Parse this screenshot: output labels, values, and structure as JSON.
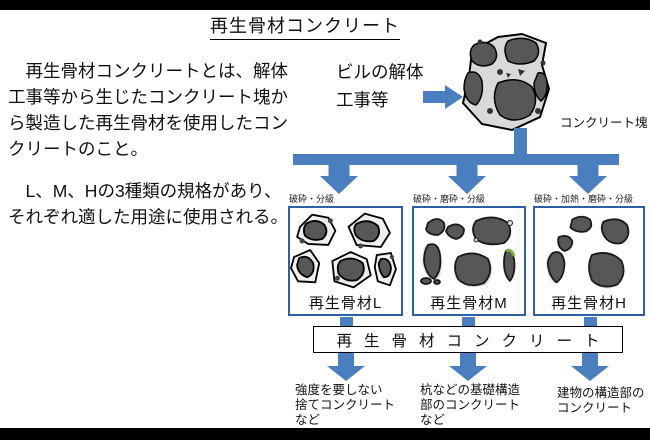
{
  "title": "再生骨材コンクリート",
  "intro": {
    "paragraph1": "　再生骨材コンクリートとは、解体\n工事等から生じたコンクリート塊か\nら製造した再生骨材を使用したコン\nクリートのこと。",
    "paragraph2": "　L、M、Hの3種類の規格があり、\nそれぞれ適した用途に使用される。"
  },
  "diagram": {
    "source_label": "ビルの解体\n工事等",
    "chunk_label": "コンクリート塊",
    "processes": [
      {
        "process": "破砕・分級",
        "label": "再生骨材L",
        "use": "強度を要しない\n捨てコンクリート\nなど"
      },
      {
        "process": "破砕・磨砕・分級",
        "label": "再生骨材M",
        "use": "杭などの基礎構造\n部のコンクリート\nなど"
      },
      {
        "process": "破砕・加熱・磨砕・分級",
        "label": "再生骨材H",
        "use": "建物の構造部の\nコンクリート"
      }
    ],
    "product_label": "再生骨材コンクリート"
  },
  "colors": {
    "arrow_blue": "#4A7EBE",
    "box_border_blue": "#2E5FA3",
    "product_box_border": "#000000",
    "rock_dark_gray": "#575757",
    "chunk_light_gray": "#D9D9D9",
    "mortar_light": "#EFEFEF",
    "accent_green": "#76B041",
    "background": "#FFFFFF",
    "letterbox": "#000000"
  }
}
